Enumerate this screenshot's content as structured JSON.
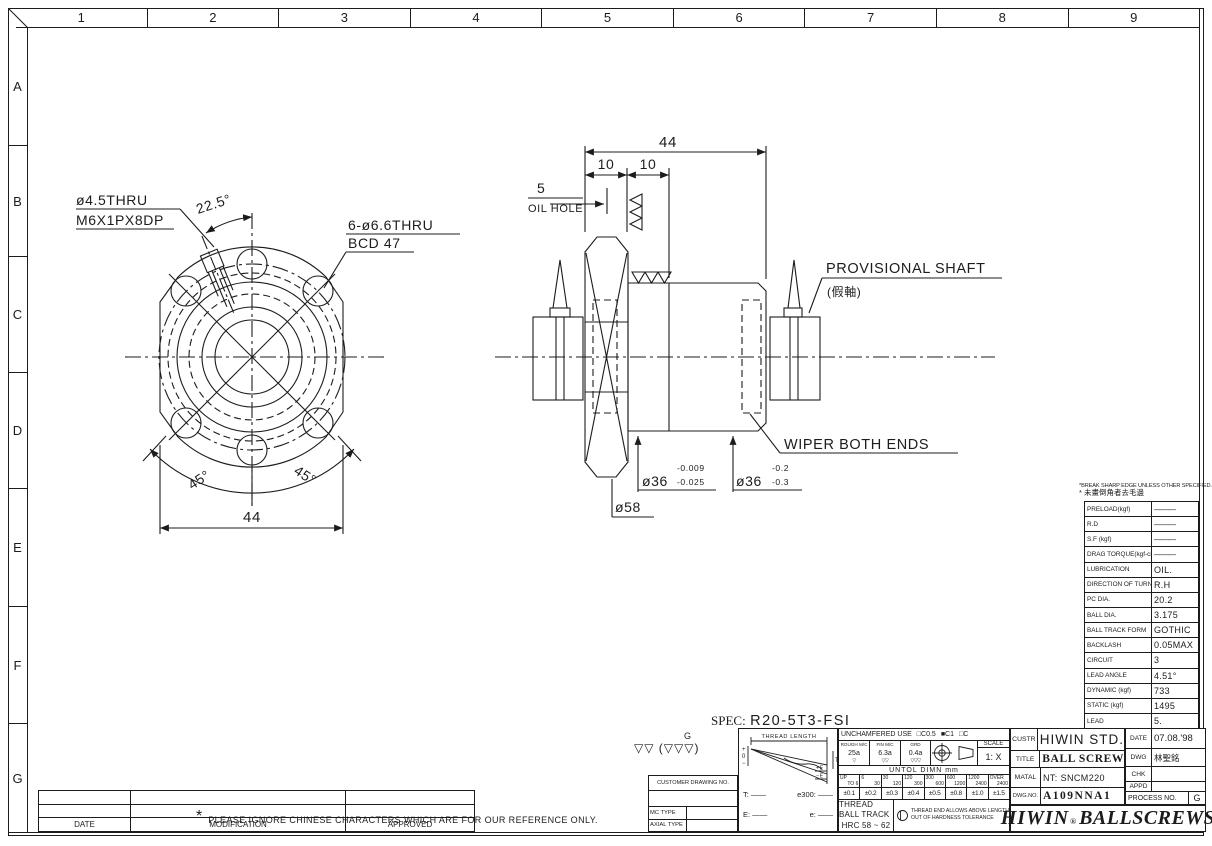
{
  "sheet": {
    "top_ruler": [
      "1",
      "2",
      "3",
      "4",
      "5",
      "6",
      "7",
      "8",
      "9"
    ],
    "left_ruler": [
      "A",
      "B",
      "C",
      "D",
      "E",
      "F",
      "G"
    ]
  },
  "front_view": {
    "hole_label_line1": "ø4.5THRU",
    "hole_label_line2": "M6X1PX8DP",
    "angle_label": "22.5°",
    "bolt_label_line1": "6-ø6.6THRU",
    "bolt_label_line2": "BCD 47",
    "angle_left": "45°",
    "angle_right": "45°",
    "width_dim": "44"
  },
  "side_view": {
    "overall_dim": "44",
    "dim_10a": "10",
    "dim_10b": "10",
    "oil_hole_dim": "5",
    "oil_hole_label": "OIL HOLE",
    "provisional_shaft_label": "PROVISIONAL SHAFT",
    "provisional_shaft_cn": "(假軸)",
    "wiper_label": "WIPER BOTH ENDS",
    "dia_body1": "ø36",
    "dia_body1_tol_upper": "-0.009",
    "dia_body1_tol_lower": "-0.025",
    "dia_body2": "ø36",
    "dia_body2_tol_upper": "-0.2",
    "dia_body2_tol_lower": "-0.3",
    "dia_flange": "ø58"
  },
  "spec_table": {
    "note_line1": "*BREAK SHARP EDGE UNLESS OTHER SPECIFIED.",
    "note_line2": "* 未畫倒角者去毛邊",
    "rows": [
      {
        "label": "PRELOAD(kgf)",
        "value": "———"
      },
      {
        "label": "R.D",
        "value": "———"
      },
      {
        "label": "S.F  (kgf)",
        "value": "———"
      },
      {
        "label": "DRAG TORQUE(kgf-cm)",
        "value": "———"
      },
      {
        "label": "LUBRICATION",
        "value": "OIL."
      },
      {
        "label": "DIRECTION OF TURN",
        "value": "R.H"
      },
      {
        "label": "PC DIA.",
        "value": "20.2"
      },
      {
        "label": "BALL DIA.",
        "value": "3.175"
      },
      {
        "label": "BALL TRACK FORM",
        "value": "GOTHIC"
      },
      {
        "label": "BACKLASH",
        "value": "0.05MAX"
      },
      {
        "label": "CIRCUIT",
        "value": "3"
      },
      {
        "label": "LEAD ANGLE",
        "value": "4.51°"
      },
      {
        "label": "DYNAMIC    (kgf)",
        "value": "733"
      },
      {
        "label": "STATIC     (kgf)",
        "value": "1495"
      },
      {
        "label": "LEAD",
        "value": "5."
      }
    ]
  },
  "spec_line": {
    "prefix": "SPEC:",
    "value": "R20-5T3-FSI"
  },
  "title_block": {
    "surface_marks": "▽▽ (▽▽▽)",
    "surface_grade": "G",
    "customer_drawing_no": "CUSTOMER DRAWING NO.",
    "mc_type": "MC TYPE",
    "axial_type": "AXIAL TYPE",
    "thread_length_label": "THREAD LENGTH",
    "plus": "+",
    "zero": "0",
    "minus": "−",
    "te_T": "T",
    "te_plusE": "+E",
    "te_minusE": "−E",
    "t_label": "T:",
    "t_val": "——",
    "e300_label": "e300:",
    "e300_val": "——",
    "E_label": "E:",
    "E_val": "——",
    "e_label": "e:",
    "e_val": "——",
    "unchamfered": "UNCHAMFERED USE",
    "c05": "□C0.5",
    "c1": "■C1",
    "c": "□C",
    "rough_label": "ROUGH M/C",
    "rough_val": "25a",
    "rough_tri": "▽",
    "fin_label": "FIN M/C",
    "fin_val": "6.3a",
    "fin_tri": "▽▽",
    "grd_label": "GRD",
    "grd_val": "0.4a",
    "grd_tri": "▽▽▽",
    "scale_label": "SCALE",
    "scale_val": "1: X",
    "untol": "UNTOL DIMN mm",
    "ranges": [
      {
        "t": "UP",
        "b": "TO 6"
      },
      {
        "t": "6",
        "b": "30"
      },
      {
        "t": "30",
        "b": "120"
      },
      {
        "t": "120",
        "b": "300"
      },
      {
        "t": "300",
        "b": "600"
      },
      {
        "t": "600",
        "b": "1200"
      },
      {
        "t": "1200",
        "b": "2400"
      },
      {
        "t": "OVER",
        "b": "2400"
      }
    ],
    "tols": [
      "±0.1",
      "±0.2",
      "±0.3",
      "±0.4",
      "±0.5",
      "±0.8",
      "±1.0",
      "±1.5"
    ],
    "hrc_line1": "THREAD BALL TRACK",
    "hrc_line2": "HRC 58 ~ 62",
    "thread_end_line1": "THREAD END ALLOWS ABOVE LENGTH",
    "thread_end_line2": "OUT OF HARDNESS TOLERANCE",
    "custr_label": "CUSTR",
    "custr_val": "HIWIN STD.",
    "title_label": "TITLE",
    "title_val": "BALL SCREW",
    "matal_label": "MATAL",
    "matal_val": "NT: SNCM220",
    "dwgno_label": "DWG.NO.",
    "dwgno_val": "A109NNA1",
    "date_label": "DATE",
    "date_val": "07.08.'98",
    "dwg_label": "DWG",
    "dwg_val": "林聖銘",
    "chk_label": "CHK",
    "appd_label": "APPD",
    "process_label": "PROCESS NO.",
    "process_val": "G",
    "logo_word1": "HIWIN",
    "logo_reg": "®",
    "logo_word2": "BALLSCREWS"
  },
  "revision_table": {
    "headers": [
      "DATE",
      "MODIFICATION",
      "APPROVED"
    ]
  },
  "footnote": {
    "star": "*",
    "text": "PLEASE IGNORE CHINESE CHARACTERS WHICH ARE FOR OUR REFERENCE ONLY."
  },
  "colors": {
    "line": "#1c1c1c",
    "paper": "#ffffff"
  }
}
